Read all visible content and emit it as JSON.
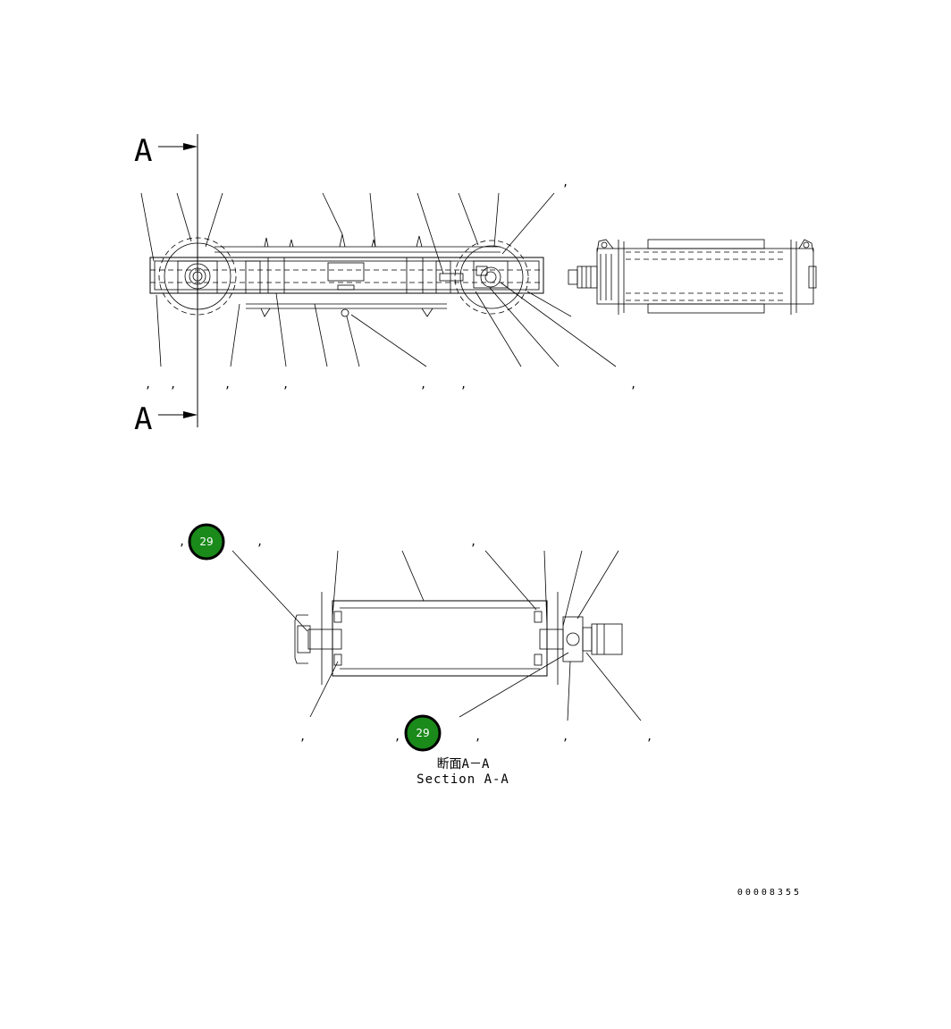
{
  "section_markers": {
    "top": "A",
    "bottom": "A"
  },
  "section_title": {
    "jp": "断面A－A",
    "en": "Section A-A"
  },
  "callout_badges": [
    "29",
    "29"
  ],
  "drawing_number": "00008355",
  "colors": {
    "badge_fill": "#1a8a1a",
    "badge_ring": "#000000",
    "line": "#000000"
  }
}
